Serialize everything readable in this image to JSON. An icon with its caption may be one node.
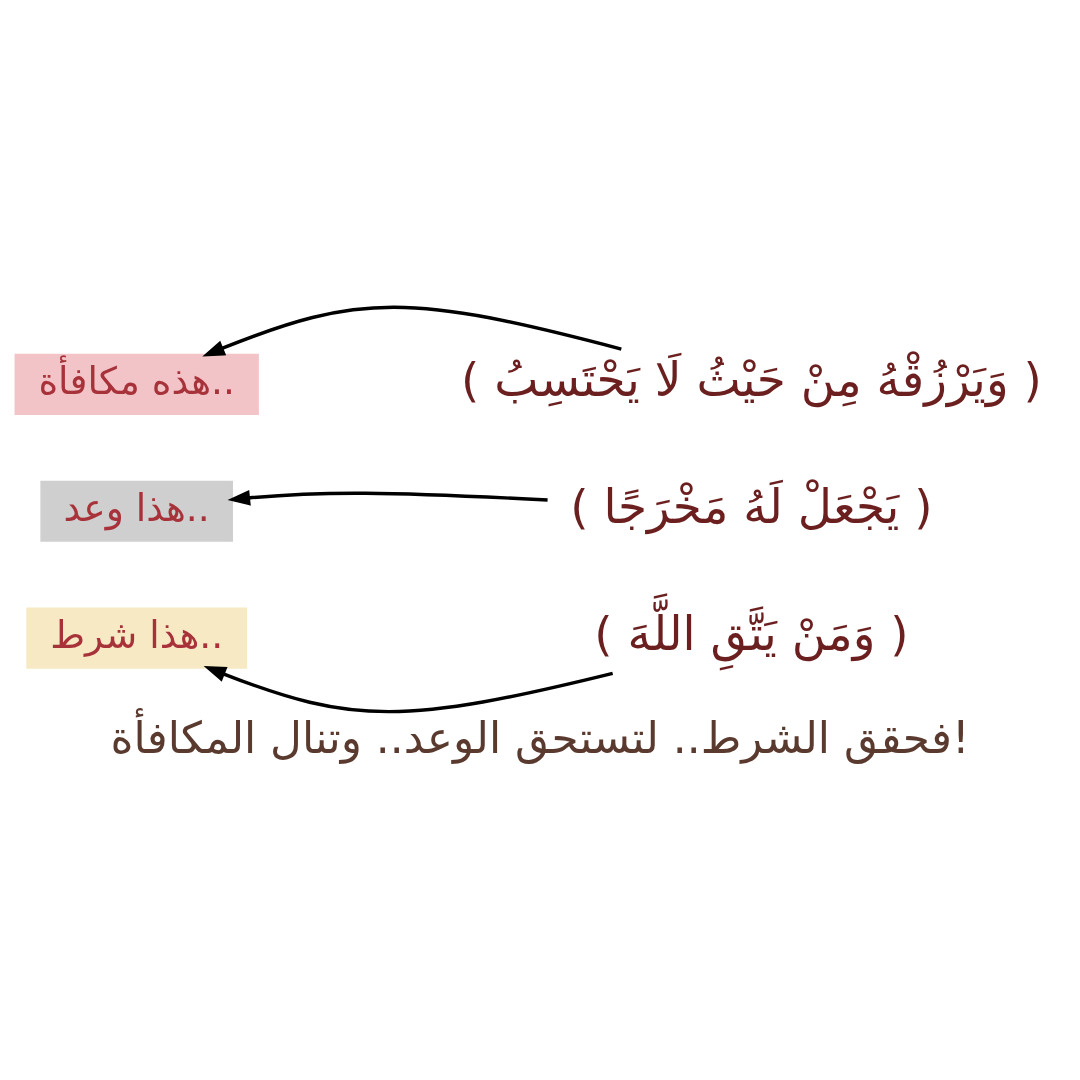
{
  "diagram": {
    "caption": "فحقق الشرط.. لتستحق الوعد.. وتنال المكافأة!",
    "nodes": [
      {
        "text": [
          "( وَمَنْ يَتَّقِ اللَّهَ )"
        ]
      },
      {
        "text": [
          "هذا شرط.."
        ]
      },
      {
        "text": [
          "( يَجْعَلْ لَهُ مَخْرَجًا )"
        ]
      },
      {
        "text": [
          "هذا وعد.."
        ]
      },
      {
        "text": [
          "( وَيَرْزُقْهُ مِنْ حَيْثُ لَا يَحْتَسِبُ )"
        ]
      },
      {
        "text": [
          "هذه مكافأة.."
        ]
      }
    ],
    "edges": [
      {
        "from": 0,
        "to": 1,
        "arrow": "to"
      },
      {
        "from": 2,
        "to": 3,
        "arrow": "to"
      },
      {
        "from": 4,
        "to": 5,
        "arrow": "to"
      }
    ]
  }
}
